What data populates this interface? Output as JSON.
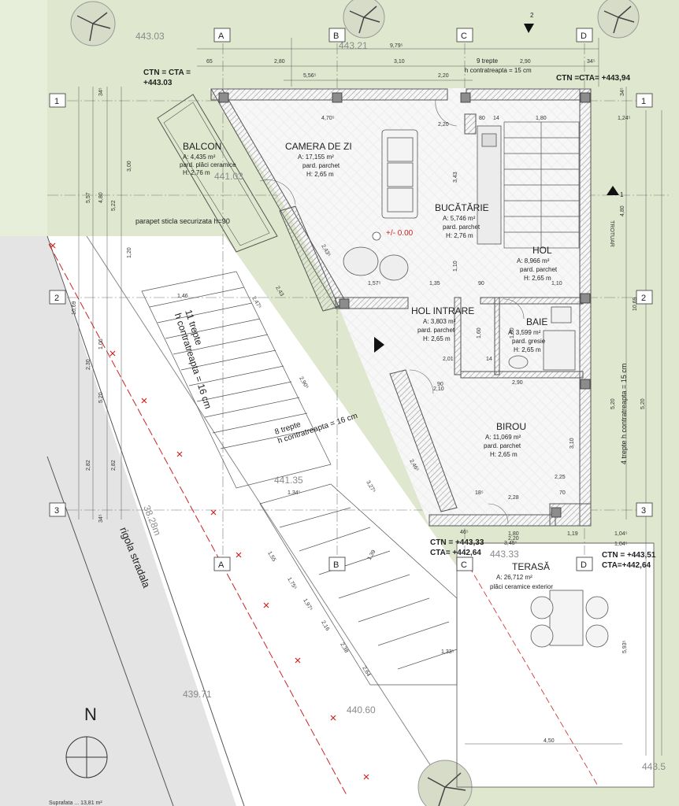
{
  "grid": {
    "cols": [
      "A",
      "B",
      "C",
      "D"
    ],
    "rows": [
      "1",
      "2",
      "3"
    ]
  },
  "rooms": {
    "balcon": {
      "name": "BALCON",
      "area": "A: 4,435 m²",
      "floor": "pard. plăci ceramice",
      "height": "H: 2,76 m"
    },
    "camera": {
      "name": "CAMERA DE ZI",
      "area": "A: 17,155 m²",
      "floor": "pard. parchet",
      "height": "H: 2,65 m"
    },
    "bucatarie": {
      "name": "BUCĂTĂRIE",
      "area": "A: 5,746 m²",
      "floor": "pard. parchet",
      "height": "H: 2,76 m"
    },
    "hol": {
      "name": "HOL",
      "area": "A: 8,966 m²",
      "floor": "pard. parchet",
      "height": "H: 2,65 m"
    },
    "hol_intrare": {
      "name": "HOL INTRARE",
      "area": "A: 3,803 m²",
      "floor": "pard. parchet",
      "height": "H: 2,65 m"
    },
    "baie": {
      "name": "BAIE",
      "area": "A: 3,599 m²",
      "floor": "pard. gresie",
      "height": "H: 2,65 m"
    },
    "birou": {
      "name": "BIROU",
      "area": "A: 11,069 m²",
      "floor": "pard. parchet",
      "height": "H: 2,65 m"
    },
    "terasa": {
      "name": "TERASĂ",
      "area": "A: 26,712 m²",
      "floor": "plăci ceramice exterior"
    }
  },
  "levels": {
    "ctn_top_left": {
      "l1": "CTN = CTA =",
      "l2": "+443.03"
    },
    "ctn_top_right": "CTN =CTA= +443,94",
    "ctn_bottom_c": {
      "l1": "CTN = +443,33",
      "l2": "CTA= +442,64"
    },
    "ctn_bottom_d": {
      "l1": "CTN = +443,51",
      "l2": "CTA=+442,64"
    },
    "zero": "+/- 0.00"
  },
  "stairs": {
    "top": {
      "l1": "9 trepte",
      "l2": "h contratreapta = 15 cm"
    },
    "left": {
      "l1": "11 trepte",
      "l2": "h contratreapta = 16 cm"
    },
    "middle": {
      "l1": "8 trepte",
      "l2": "h contratreapta = 16 cm"
    },
    "right": "4 trepte h contratreapta = 15 cm"
  },
  "labels": {
    "parapet": "parapet sticla securizata h=90",
    "rigola": "rigola stradala",
    "trotuar": "TROTUAR",
    "north": "N",
    "bottom_note": "Suprafata ... 13,81 m²"
  },
  "elevations": [
    "443.03",
    "443.21",
    "441.03",
    "441.35",
    "38.28m",
    "439.71",
    "440.60",
    "443.33",
    "443.5"
  ],
  "section_marks": [
    "2",
    "1"
  ],
  "dims_top": [
    "9,79⁵",
    "65",
    "2,80",
    "3,10",
    "2,90",
    "34⁵",
    "5,56⁵",
    "2,20",
    "2,20",
    "4,70⁵",
    "80",
    "14",
    "1,80",
    "1,24⁵"
  ],
  "dims_left": [
    "10,69",
    "5,57",
    "4,80",
    "5,22",
    "3,00",
    "1,20",
    "2,30",
    "1,06",
    "5,20",
    "2,82",
    "2,82",
    "34⁵",
    "34⁵"
  ],
  "dims_right": [
    "4,80",
    "10,69",
    "5,20",
    "5,20",
    "34⁵",
    "1,04⁵",
    "1,04⁵",
    "1,19",
    "5,93⁵"
  ],
  "dims_inner": [
    "3,43",
    "1,10",
    "1,35",
    "90",
    "1,10",
    "1,57⁵",
    "1,60",
    "1,80",
    "2,01",
    "14",
    "90",
    "2,10",
    "2,90",
    "3,10",
    "2,25",
    "2,28",
    "70",
    "18⁵",
    "46⁵",
    "3,45⁵",
    "1,80",
    "2,20",
    "1,46",
    "2,47⁵",
    "2,43⁵",
    "2,43",
    "2,90⁵",
    "2,46⁵",
    "3,27⁵",
    "1,55",
    "1,75⁵",
    "1,97⁵",
    "2,16",
    "2,38",
    "2,64",
    "1,39",
    "1,33⁵",
    "4,50",
    "1,34⁵"
  ],
  "colors": {
    "wall": "#6f6f6f",
    "hatch": "#b5b5b5",
    "green": "#dfe8cf",
    "red": "#cc2222",
    "floor": "#f6f6f6"
  }
}
